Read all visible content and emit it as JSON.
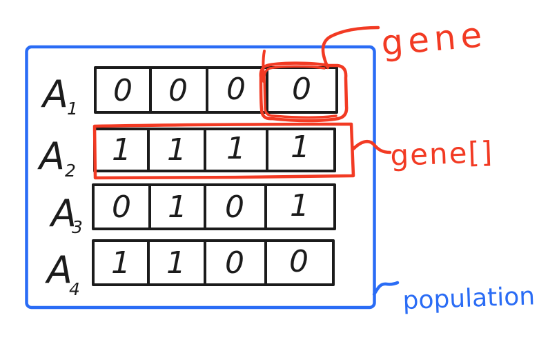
{
  "diagram": {
    "background_color": "#ffffff",
    "ink_color": "#1b1b1b",
    "red_color": "#f23a23",
    "blue_color": "#2a6cf5",
    "annotations": {
      "gene": "gene",
      "gene_array": "gene[]",
      "population": "population"
    },
    "rows": [
      {
        "name": "A",
        "subscript": "1",
        "cells": [
          "0",
          "0",
          "0",
          "0"
        ]
      },
      {
        "name": "A",
        "subscript": "2",
        "cells": [
          "1",
          "1",
          "1",
          "1"
        ]
      },
      {
        "name": "A",
        "subscript": "3",
        "cells": [
          "0",
          "1",
          "0",
          "1"
        ]
      },
      {
        "name": "A",
        "subscript": "4",
        "cells": [
          "1",
          "1",
          "0",
          "0"
        ]
      }
    ]
  }
}
